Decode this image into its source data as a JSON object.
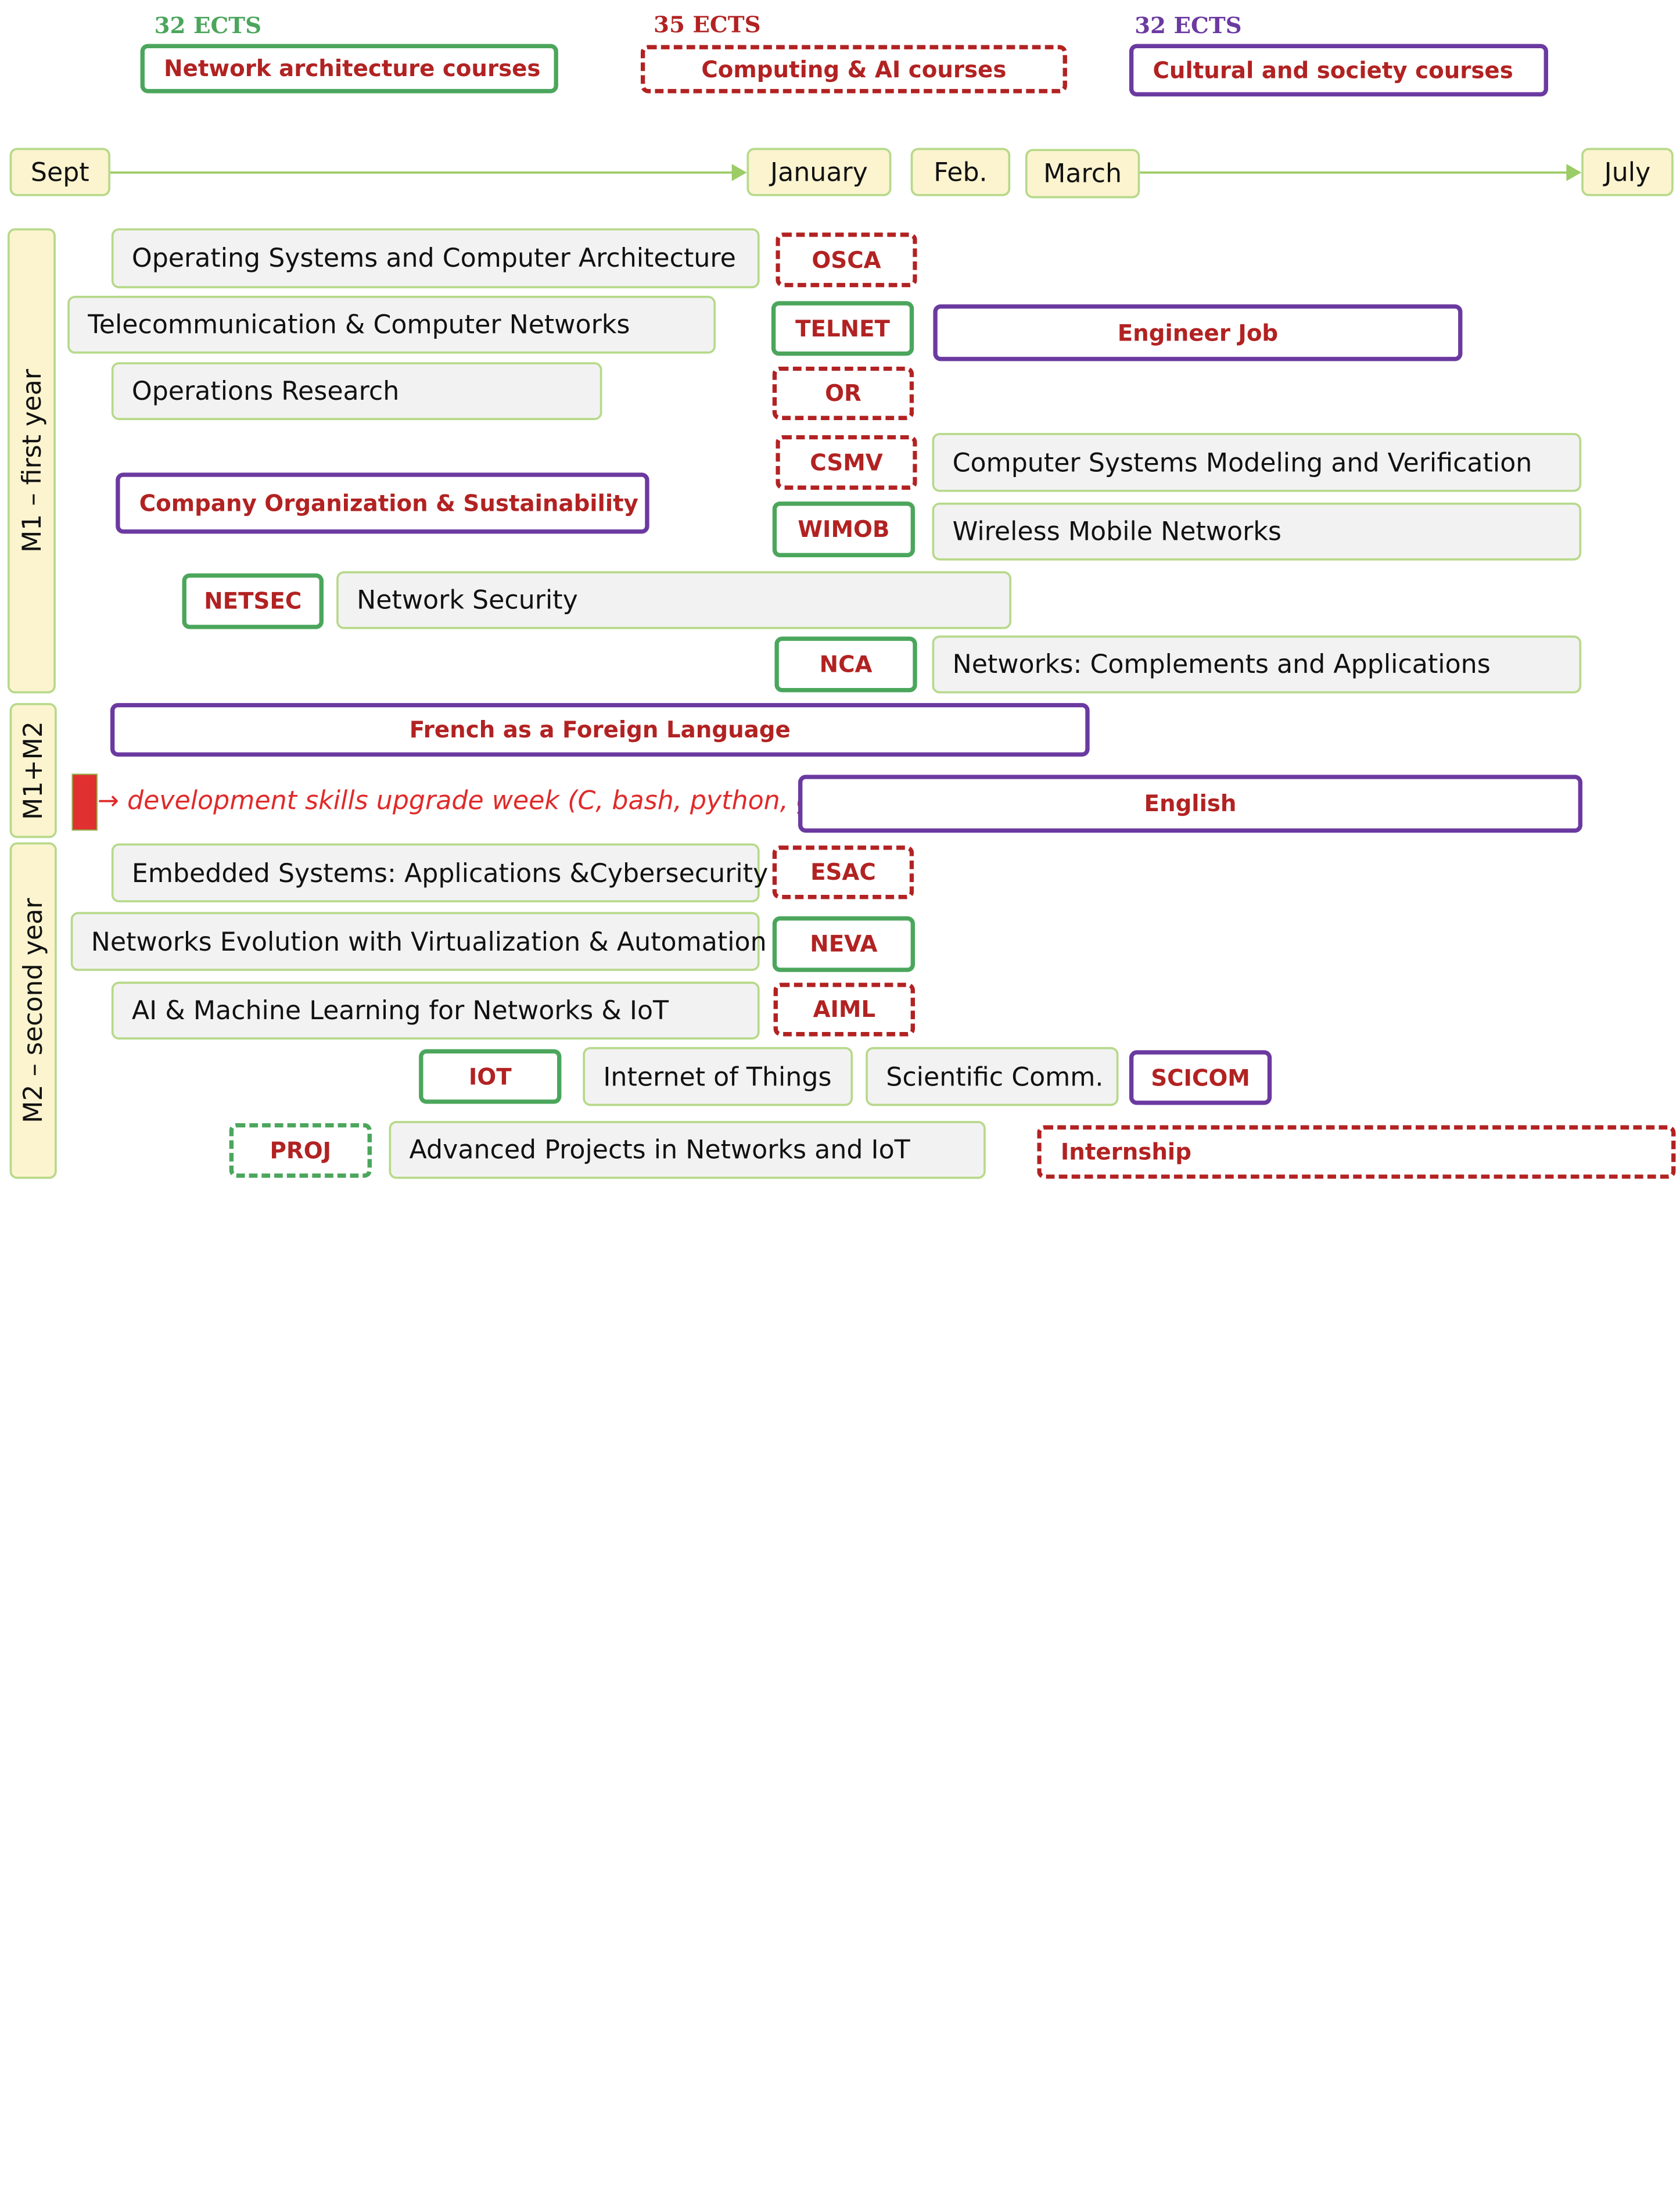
{
  "legend": {
    "network": {
      "ects": "32 ECTS",
      "label": "Network architecture courses"
    },
    "computing": {
      "ects": "35 ECTS",
      "label": "Computing & AI courses"
    },
    "cultural": {
      "ects": "32 ECTS",
      "label": "Cultural and society courses"
    }
  },
  "months": {
    "sept": "Sept",
    "january": "January",
    "feb": "Feb.",
    "march": "March",
    "july": "July"
  },
  "years": {
    "m1": "M1 – first year",
    "m1m2": "M1+M2",
    "m2": "M2 – second year"
  },
  "m1": {
    "osca": {
      "course": "Operating Systems and Computer Architecture",
      "code": "OSCA"
    },
    "telnet": {
      "course": "Telecommunication & Computer Networks",
      "code": "TELNET"
    },
    "engineer_job": "Engineer Job",
    "or": {
      "course": "Operations Research",
      "code": "OR"
    },
    "csmv": {
      "code": "CSMV",
      "course": "Computer Systems Modeling and Verification"
    },
    "company": "Company Organization & Sustainability",
    "wimob": {
      "code": "WIMOB",
      "course": "Wireless Mobile Networks"
    },
    "netsec": {
      "code": "NETSEC",
      "course": "Network Security"
    },
    "nca": {
      "code": "NCA",
      "course": "Networks: Complements and Applications"
    }
  },
  "m1m2": {
    "french": "French as a Foreign Language",
    "dev_week": "→ development skills upgrade week (C, bash, python, go)",
    "english": "English"
  },
  "m2": {
    "esac": {
      "course": "Embedded Systems: Applications &Cybersecurity",
      "code": "ESAC"
    },
    "neva": {
      "course": "Networks Evolution with Virtualization & Automation",
      "code": "NEVA"
    },
    "aiml": {
      "course": "AI & Machine Learning for Networks & IoT",
      "code": "AIML"
    },
    "iot": {
      "code": "IOT",
      "course": "Internet of Things"
    },
    "scicom": {
      "course": "Scientific Comm.",
      "code": "SCICOM"
    },
    "proj": {
      "code": "PROJ",
      "course": "Advanced Projects in Networks and IoT"
    },
    "internship": "Internship"
  },
  "colors": {
    "network_green": "#4ba65c",
    "computing_red": "#b22222",
    "cultural_purple": "#6b3aa0",
    "month_fill": "#fbf4cf",
    "course_fill": "#f2f2f2"
  }
}
